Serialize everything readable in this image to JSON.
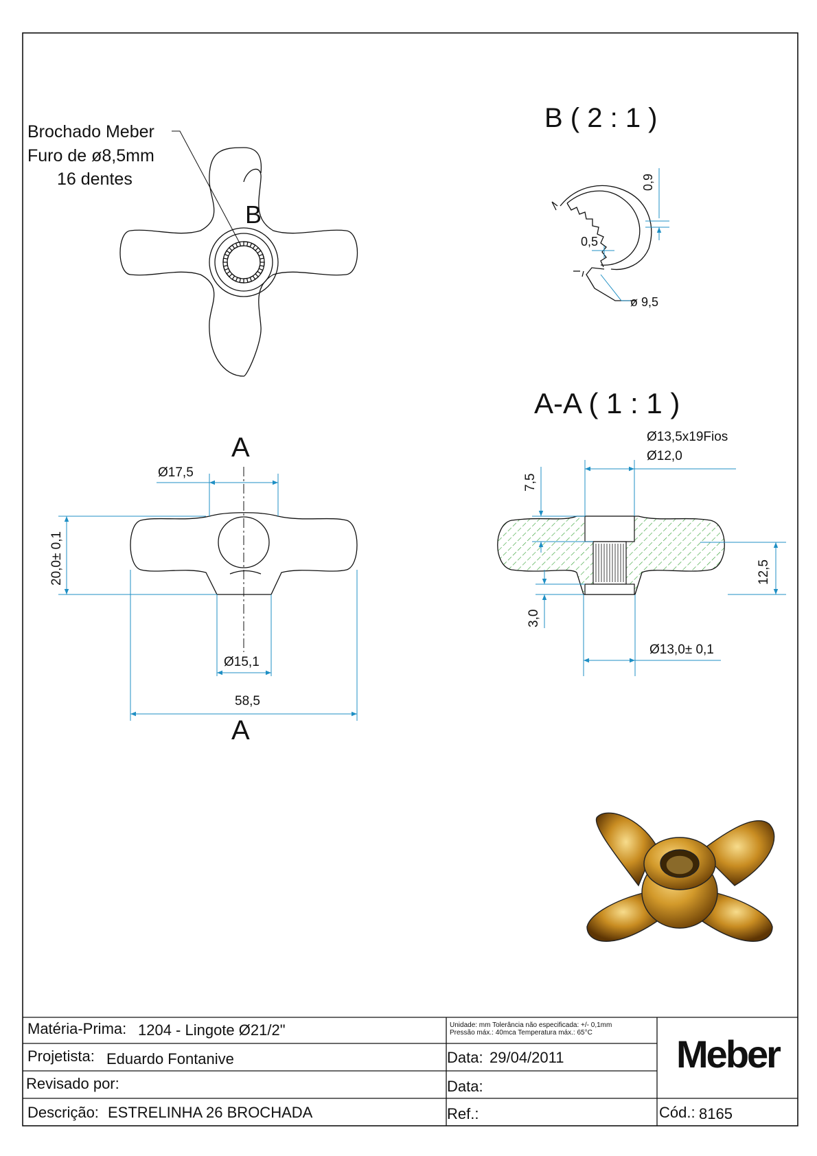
{
  "note_top_view": {
    "line1": "Brochado Meber",
    "line2": "Furo de ø8,5mm",
    "line3": "16 dentes"
  },
  "detail_marker": "B",
  "detail_view": {
    "title": "B  ( 2 : 1 )",
    "dim_09": "0,9",
    "dim_05": "0,5",
    "dim_dia": "ø 9,5"
  },
  "front_view": {
    "section_label_top": "A",
    "section_label_bottom": "A",
    "dim_dia_17_5": "Ø17,5",
    "dim_height": "20,0± 0,1",
    "dim_dia_15_1": "Ø15,1",
    "dim_width": "58,5"
  },
  "section_view": {
    "title": "A-A  ( 1 : 1 )",
    "dim_thread": "Ø13,5x19Fios",
    "dim_dia_12": "Ø12,0",
    "dim_7_5": "7,5",
    "dim_12_5": "12,5",
    "dim_3_0": "3,0",
    "dim_dia_13": "Ø13,0± 0,1"
  },
  "title_block": {
    "materia_label": "Matéria-Prima:",
    "materia_value": "1204 - Lingote Ø21/2\"",
    "projetista_label": "Projetista:",
    "projetista_value": "Eduardo Fontanive",
    "revisado_label": "Revisado por:",
    "descricao_label": "Descrição:",
    "descricao_value": "ESTRELINHA 26 BROCHADA",
    "units_line1": "Unidade: mm Tolerância não especificada: +/- 0,1mm",
    "units_line2": "Pressão máx.: 40mca      Temperatura máx.: 65°C",
    "data_label": "Data:",
    "data_value": "29/04/2011",
    "data2_label": "Data:",
    "ref_label": "Ref.:",
    "logo": "Meber",
    "cod_label": "Cód.:",
    "cod_value": "8165"
  },
  "colors": {
    "line": "#111111",
    "dimension": "#1f8fc4",
    "hatch": "#2e9e2e",
    "brass_light": "#e0a632",
    "brass_dark": "#6b3f05"
  }
}
